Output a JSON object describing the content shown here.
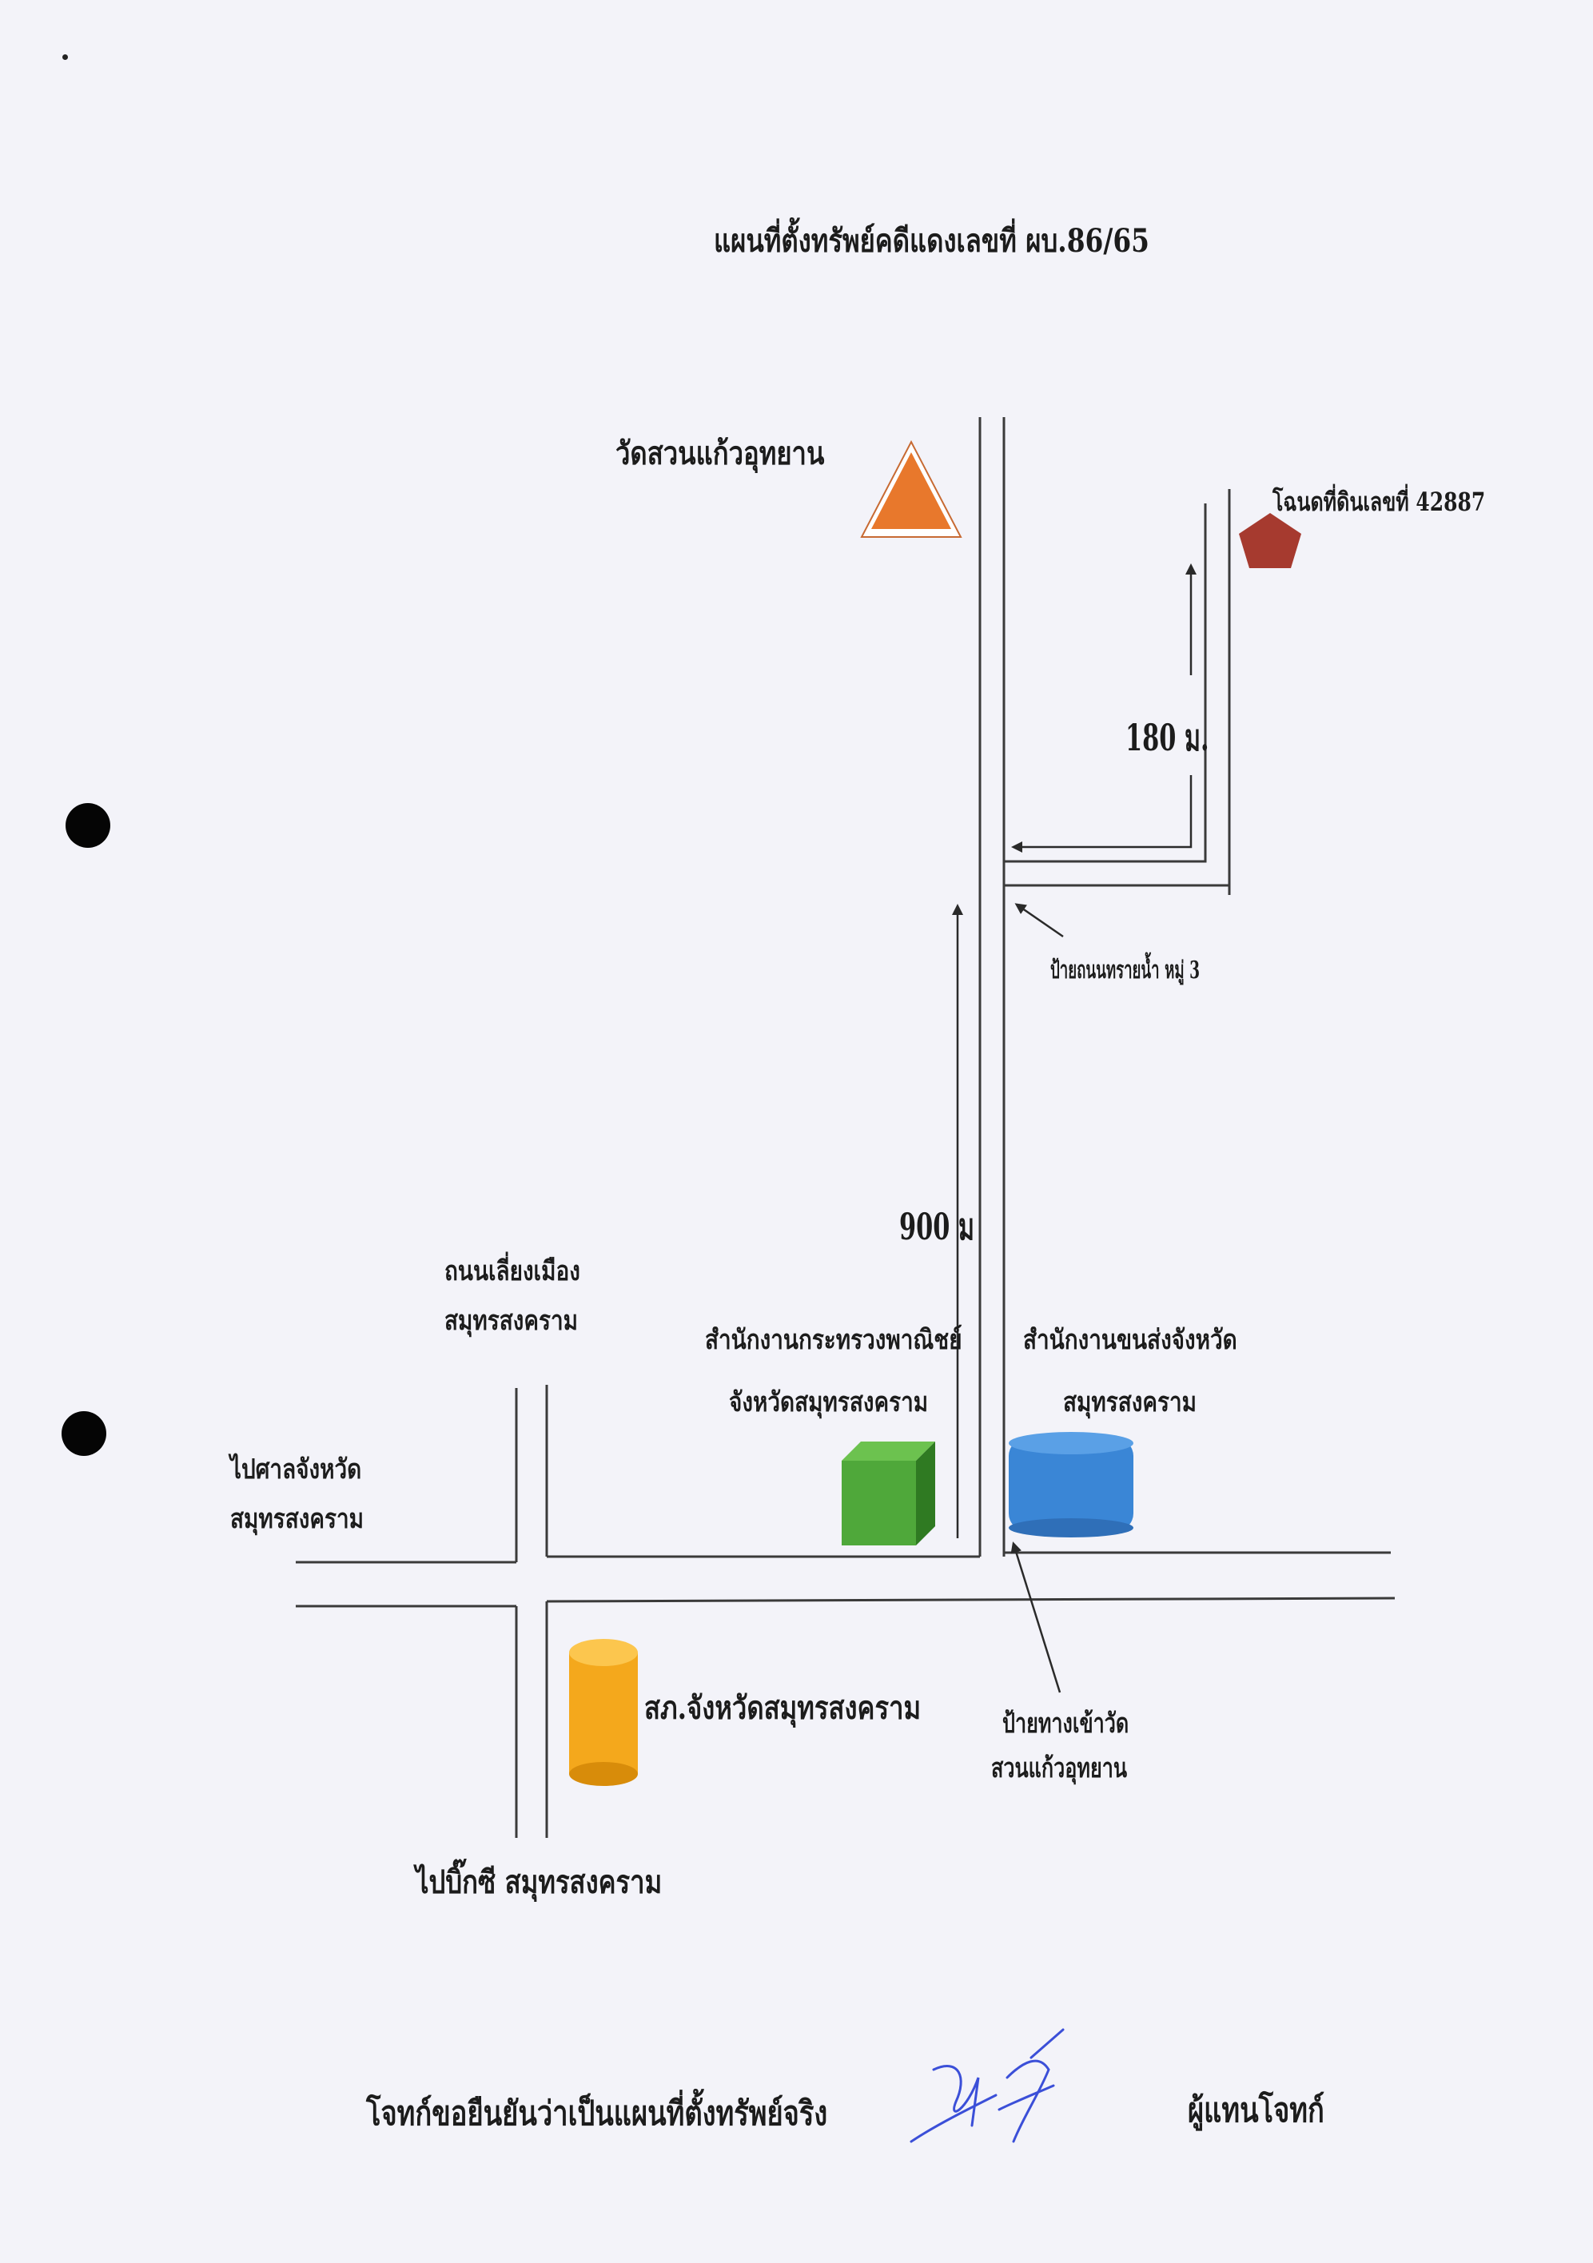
{
  "title": "แผนที่ตั้งทรัพย์คดีแดงเลขที่ ผบ.86/65",
  "landmarks": {
    "temple": "วัดสวนแก้วอุทยาน",
    "land_title": "โฉนดที่ดินเลขที่ 42887",
    "commerce_office_line1": "สำนักงานกระทรวงพาณิชย์",
    "commerce_office_line2": "จังหวัดสมุทรสงคราม",
    "transport_office_line1": "สำนักงานขนส่งจังหวัด",
    "transport_office_line2": "สมุทรสงคราม",
    "police_station": "สภ.จังหวัดสมุทรสงคราม"
  },
  "roads": {
    "bypass_line1": "ถนนเลี่ยงเมือง",
    "bypass_line2": "สมุทรสงคราม",
    "to_court_line1": "ไปศาลจังหวัด",
    "to_court_line2": "สมุทรสงคราม",
    "to_bigc": "ไปบิ๊กซี สมุทรสงคราม"
  },
  "signs": {
    "village_sign": "ป้ายถนนทรายน้ำ หมู่ 3",
    "temple_entrance_line1": "ป้ายทางเข้าวัด",
    "temple_entrance_line2": "สวนแก้วอุทยาน"
  },
  "distances": {
    "short_leg": "180 ม.",
    "long_leg": "900 ม"
  },
  "footer": {
    "certification": "โจทก์ขอยืนยันว่าเป็นแผนที่ตั้งทรัพย์จริง",
    "signer_role": "ผู้แทนโจทก์"
  },
  "colors": {
    "road_line": "#3a3a3a",
    "arrow": "#2a2a2a",
    "temple_marker": "#e8782c",
    "land_marker": "#a63a2f",
    "commerce_marker": "#4fa83a",
    "transport_marker": "#3a86d6",
    "police_marker": "#f4a81c",
    "signature_ink": "#3b4fd8"
  },
  "icons": {
    "temple": "triangle-marker-icon",
    "land": "pentagon-marker-icon",
    "commerce": "cube-marker-icon",
    "transport": "cylinder-marker-icon",
    "police": "cylinder-marker-icon"
  }
}
